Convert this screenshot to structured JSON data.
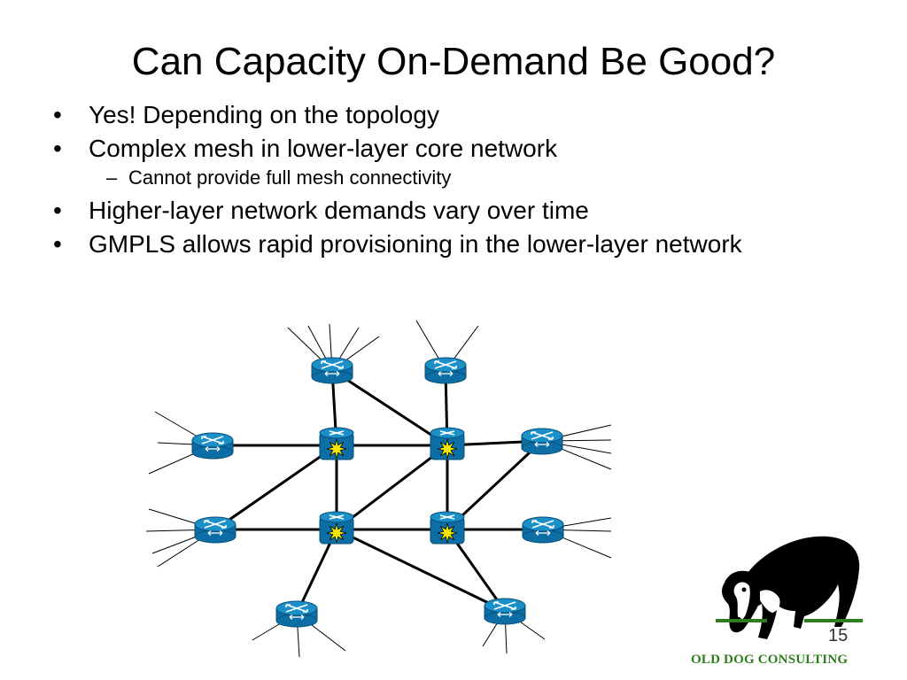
{
  "slide": {
    "title": "Can Capacity On-Demand Be Good?",
    "bullet_mark": "•",
    "sub_mark": "–",
    "bullets": [
      "Yes! Depending on the topology",
      "Complex mesh in lower-layer core network",
      "Higher-layer network demands vary over time",
      "GMPLS allows rapid provisioning in the lower-layer network"
    ],
    "sub_bullets": [
      "Cannot provide full mesh connectivity"
    ],
    "page_number": "15",
    "company": "OLD DOG CONSULTING"
  },
  "diagram": {
    "node_color": "#1a8fc8",
    "star_color": "#f5e800",
    "link_color": "#000000",
    "routers": [
      {
        "id": "R1",
        "core": false
      },
      {
        "id": "R2",
        "core": false
      },
      {
        "id": "R3",
        "core": false
      },
      {
        "id": "R4",
        "core": true
      },
      {
        "id": "R5",
        "core": true
      },
      {
        "id": "R6",
        "core": false
      },
      {
        "id": "R7",
        "core": false
      },
      {
        "id": "R8",
        "core": true
      },
      {
        "id": "R9",
        "core": true
      },
      {
        "id": "R10",
        "core": false
      },
      {
        "id": "R11",
        "core": false
      },
      {
        "id": "R12",
        "core": false
      }
    ],
    "links": [
      [
        "R1",
        "R4"
      ],
      [
        "R1",
        "R5"
      ],
      [
        "R2",
        "R5"
      ],
      [
        "R3",
        "R4"
      ],
      [
        "R4",
        "R5"
      ],
      [
        "R4",
        "R8"
      ],
      [
        "R5",
        "R8"
      ],
      [
        "R5",
        "R9"
      ],
      [
        "R5",
        "R6"
      ],
      [
        "R6",
        "R9"
      ],
      [
        "R7",
        "R4"
      ],
      [
        "R7",
        "R8"
      ],
      [
        "R8",
        "R9"
      ],
      [
        "R9",
        "R10"
      ],
      [
        "R8",
        "R11"
      ],
      [
        "R8",
        "R12"
      ],
      [
        "R9",
        "R12"
      ]
    ]
  },
  "logo": {
    "name": "dog-logo",
    "accent": "#2e7d1e"
  }
}
